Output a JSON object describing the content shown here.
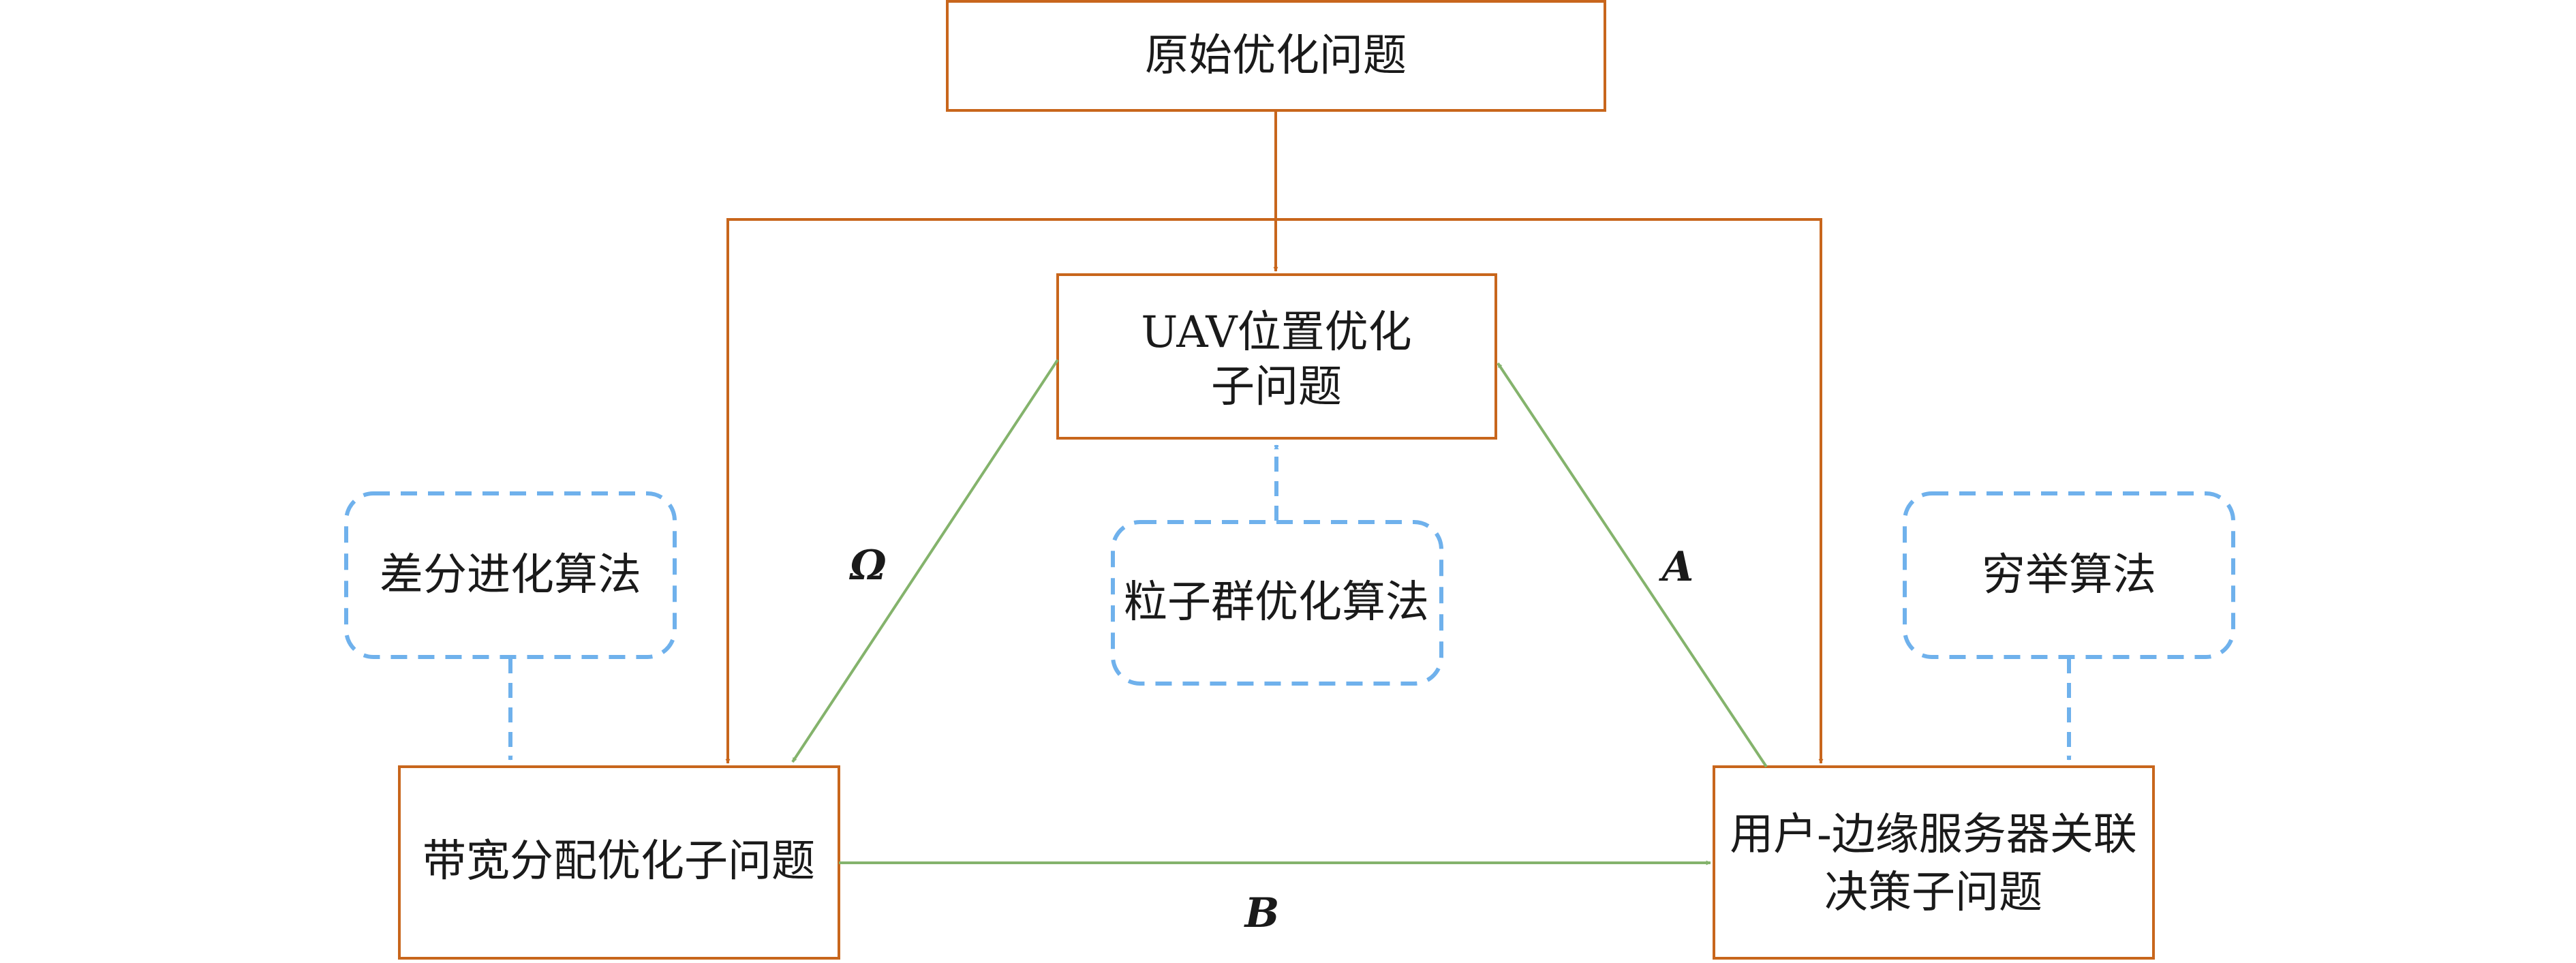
{
  "colors": {
    "problem_border": "#c8661c",
    "algorithm_border": "#6fb1ec",
    "green_edge": "#84b36c"
  },
  "nodes": {
    "original": {
      "label": "原始优化问题"
    },
    "uav": {
      "label_lines": [
        "UAV位置优化",
        "子问题"
      ]
    },
    "bandwidth": {
      "label": "带宽分配优化子问题"
    },
    "association": {
      "label_lines": [
        "用户-边缘服务器关联",
        "决策子问题"
      ]
    },
    "de": {
      "label": "差分进化算法"
    },
    "pso": {
      "label": "粒子群优化算法"
    },
    "exhaustive": {
      "label": "穷举算法"
    }
  },
  "edge_labels": {
    "omega": "Ω",
    "a": "A",
    "b": "B"
  }
}
